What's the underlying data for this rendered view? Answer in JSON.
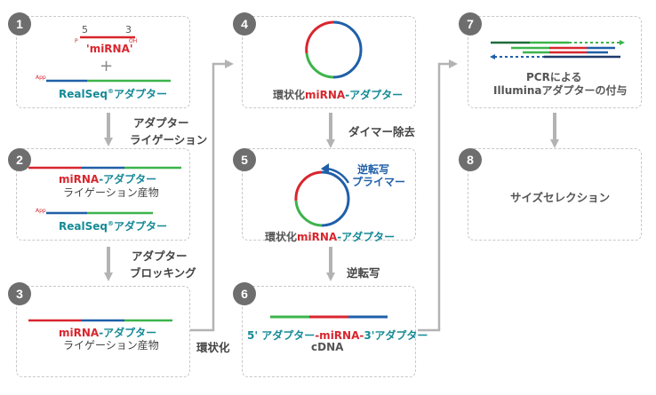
{
  "steps": [
    {
      "number": "1",
      "lines": [
        {
          "parts": [
            {
              "text": "5",
              "color": "gray"
            },
            {
              "text": "3",
              "color": "gray"
            }
          ]
        }
      ]
    },
    {
      "number": "2"
    },
    {
      "number": "3"
    },
    {
      "number": "4"
    },
    {
      "number": "5"
    },
    {
      "number": "6"
    },
    {
      "number": "7"
    },
    {
      "number": "8"
    }
  ],
  "box1": {
    "five": "5",
    "three": "3",
    "p": "P",
    "oh": "OH",
    "mirna": "miRNA",
    "plus": "+",
    "app": "App",
    "realseq": "RealSeq",
    "reg": "®",
    "adapter": "アダプター"
  },
  "arrow12": {
    "line1": "アダプター",
    "line2": "ライゲーション"
  },
  "box2": {
    "mirna": "miRNA",
    "adapter": "-アダプター",
    "product": "ライゲーション産物",
    "app": "App",
    "realseq": "RealSeq",
    "reg": "®",
    "adapter2": "アダプター"
  },
  "arrow23": {
    "line1": "アダプター",
    "line2": "ブロッキング"
  },
  "box3": {
    "mirna": "miRNA",
    "adapter": "-アダプター",
    "product": "ライゲーション産物"
  },
  "arrow34": {
    "label": "環状化"
  },
  "box4": {
    "prefix": "環状化",
    "mirna": "miRNA",
    "adapter": "-アダプター"
  },
  "arrow45": {
    "label": "ダイマー除去"
  },
  "box5": {
    "primer1": "逆転写",
    "primer2": "プライマー",
    "prefix": "環状化",
    "mirna": "miRNA",
    "adapter": "-アダプター"
  },
  "arrow56": {
    "label": "逆転写"
  },
  "box6": {
    "five": "5' アダプター",
    "mirna": "-miRNA-",
    "three": "3'アダプター",
    "cdna": "cDNA"
  },
  "box7": {
    "line1": "PCRによる",
    "line2": "Illuminaアダプターの付与"
  },
  "box8": {
    "label": "サイズセレクション"
  },
  "colors": {
    "red": "#d8262e",
    "green": "#3cb44b",
    "blue": "#1f5fa8",
    "teal": "#168a96",
    "dark_green": "#1f6b3a",
    "arrow_gray": "#b3b3b3"
  }
}
